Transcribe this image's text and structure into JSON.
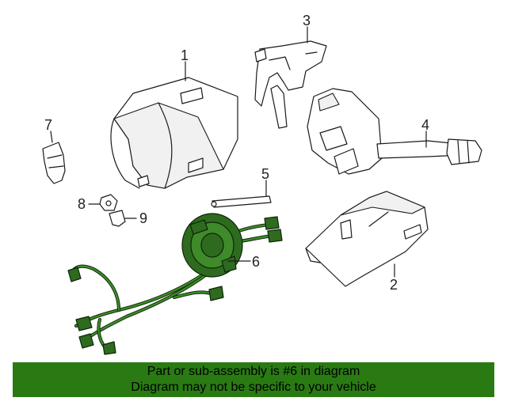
{
  "callouts": {
    "c1": "1",
    "c2": "2",
    "c3": "3",
    "c4": "4",
    "c5": "5",
    "c6": "6",
    "c7": "7",
    "c8": "8",
    "c9": "9"
  },
  "highlight_color": "#2a7a13",
  "part_highlight_color": "#2e6b1f",
  "banner": {
    "line1": "Part or sub-assembly is #6 in diagram",
    "line2": "Diagram may not be specific to your vehicle"
  }
}
